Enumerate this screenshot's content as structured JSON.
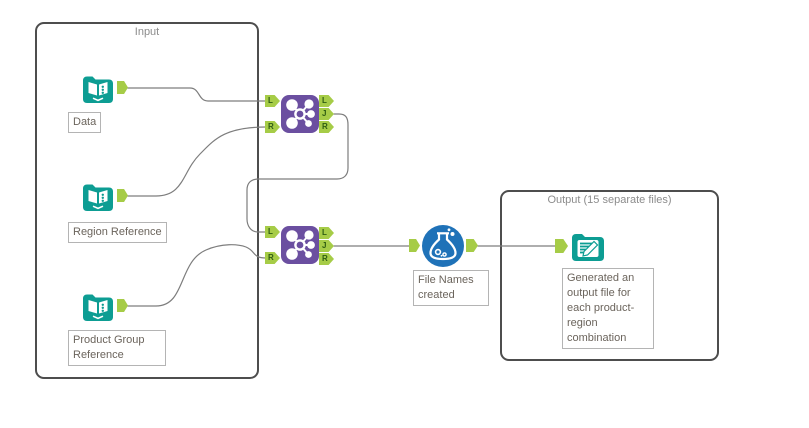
{
  "app": {
    "name": "workflow canvas"
  },
  "colors": {
    "teal": "#0d9d93",
    "purple": "#6b4fa0",
    "blue": "#1f72b8",
    "anchor_green": "#a6cc47",
    "anchor_letter": "#2e5c12",
    "wire_gray": "#7d7d7d",
    "container_border": "#4d4d4d",
    "annotation_text": "#6b645c"
  },
  "containers": {
    "input": {
      "title": "Input"
    },
    "output": {
      "title": "Output (15 separate files)"
    }
  },
  "anchors": {
    "in": [
      "L",
      "R"
    ],
    "out": [
      "L",
      "J",
      "R"
    ]
  },
  "tools": {
    "data": {
      "icon": "input-data-book-icon",
      "label": "Data"
    },
    "region": {
      "icon": "input-data-book-icon",
      "label": "Region Reference"
    },
    "product": {
      "icon": "input-data-book-icon",
      "label": "Product Group Reference"
    },
    "join1": {
      "icon": "join-icon"
    },
    "join2": {
      "icon": "join-icon"
    },
    "formula": {
      "icon": "formula-flask-icon",
      "label": "File Names created"
    },
    "output": {
      "icon": "output-data-icon",
      "label": "Generated an output file for each product-region combination"
    }
  },
  "connections": [
    {
      "from": "data",
      "from_anchor": "out",
      "to": "join1",
      "to_anchor": "L"
    },
    {
      "from": "region",
      "from_anchor": "out",
      "to": "join1",
      "to_anchor": "R"
    },
    {
      "from": "join1",
      "from_anchor": "J",
      "to": "join2",
      "to_anchor": "L"
    },
    {
      "from": "product",
      "from_anchor": "out",
      "to": "join2",
      "to_anchor": "R"
    },
    {
      "from": "join2",
      "from_anchor": "J",
      "to": "formula",
      "to_anchor": "in"
    },
    {
      "from": "formula",
      "from_anchor": "out",
      "to": "output",
      "to_anchor": "in"
    }
  ]
}
